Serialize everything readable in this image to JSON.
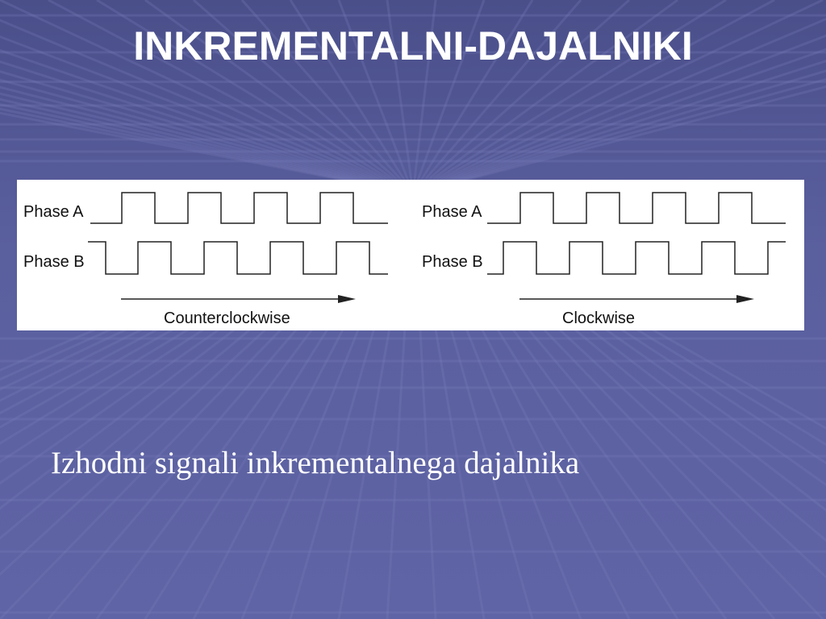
{
  "slide": {
    "title": "INKREMENTALNI-DAJALNIKI",
    "caption": "Izhodni signali inkrementalnega dajalnika"
  },
  "diagram": {
    "panels": [
      {
        "phase_a_label": "Phase A",
        "phase_b_label": "Phase B",
        "direction_label": "Counterclockwise"
      },
      {
        "phase_a_label": "Phase A",
        "phase_b_label": "Phase B",
        "direction_label": "Clockwise"
      }
    ]
  },
  "colors": {
    "background": "#5a5f9e",
    "title": "#ffffff",
    "signal_line": "#222222",
    "panel": "#ffffff"
  }
}
